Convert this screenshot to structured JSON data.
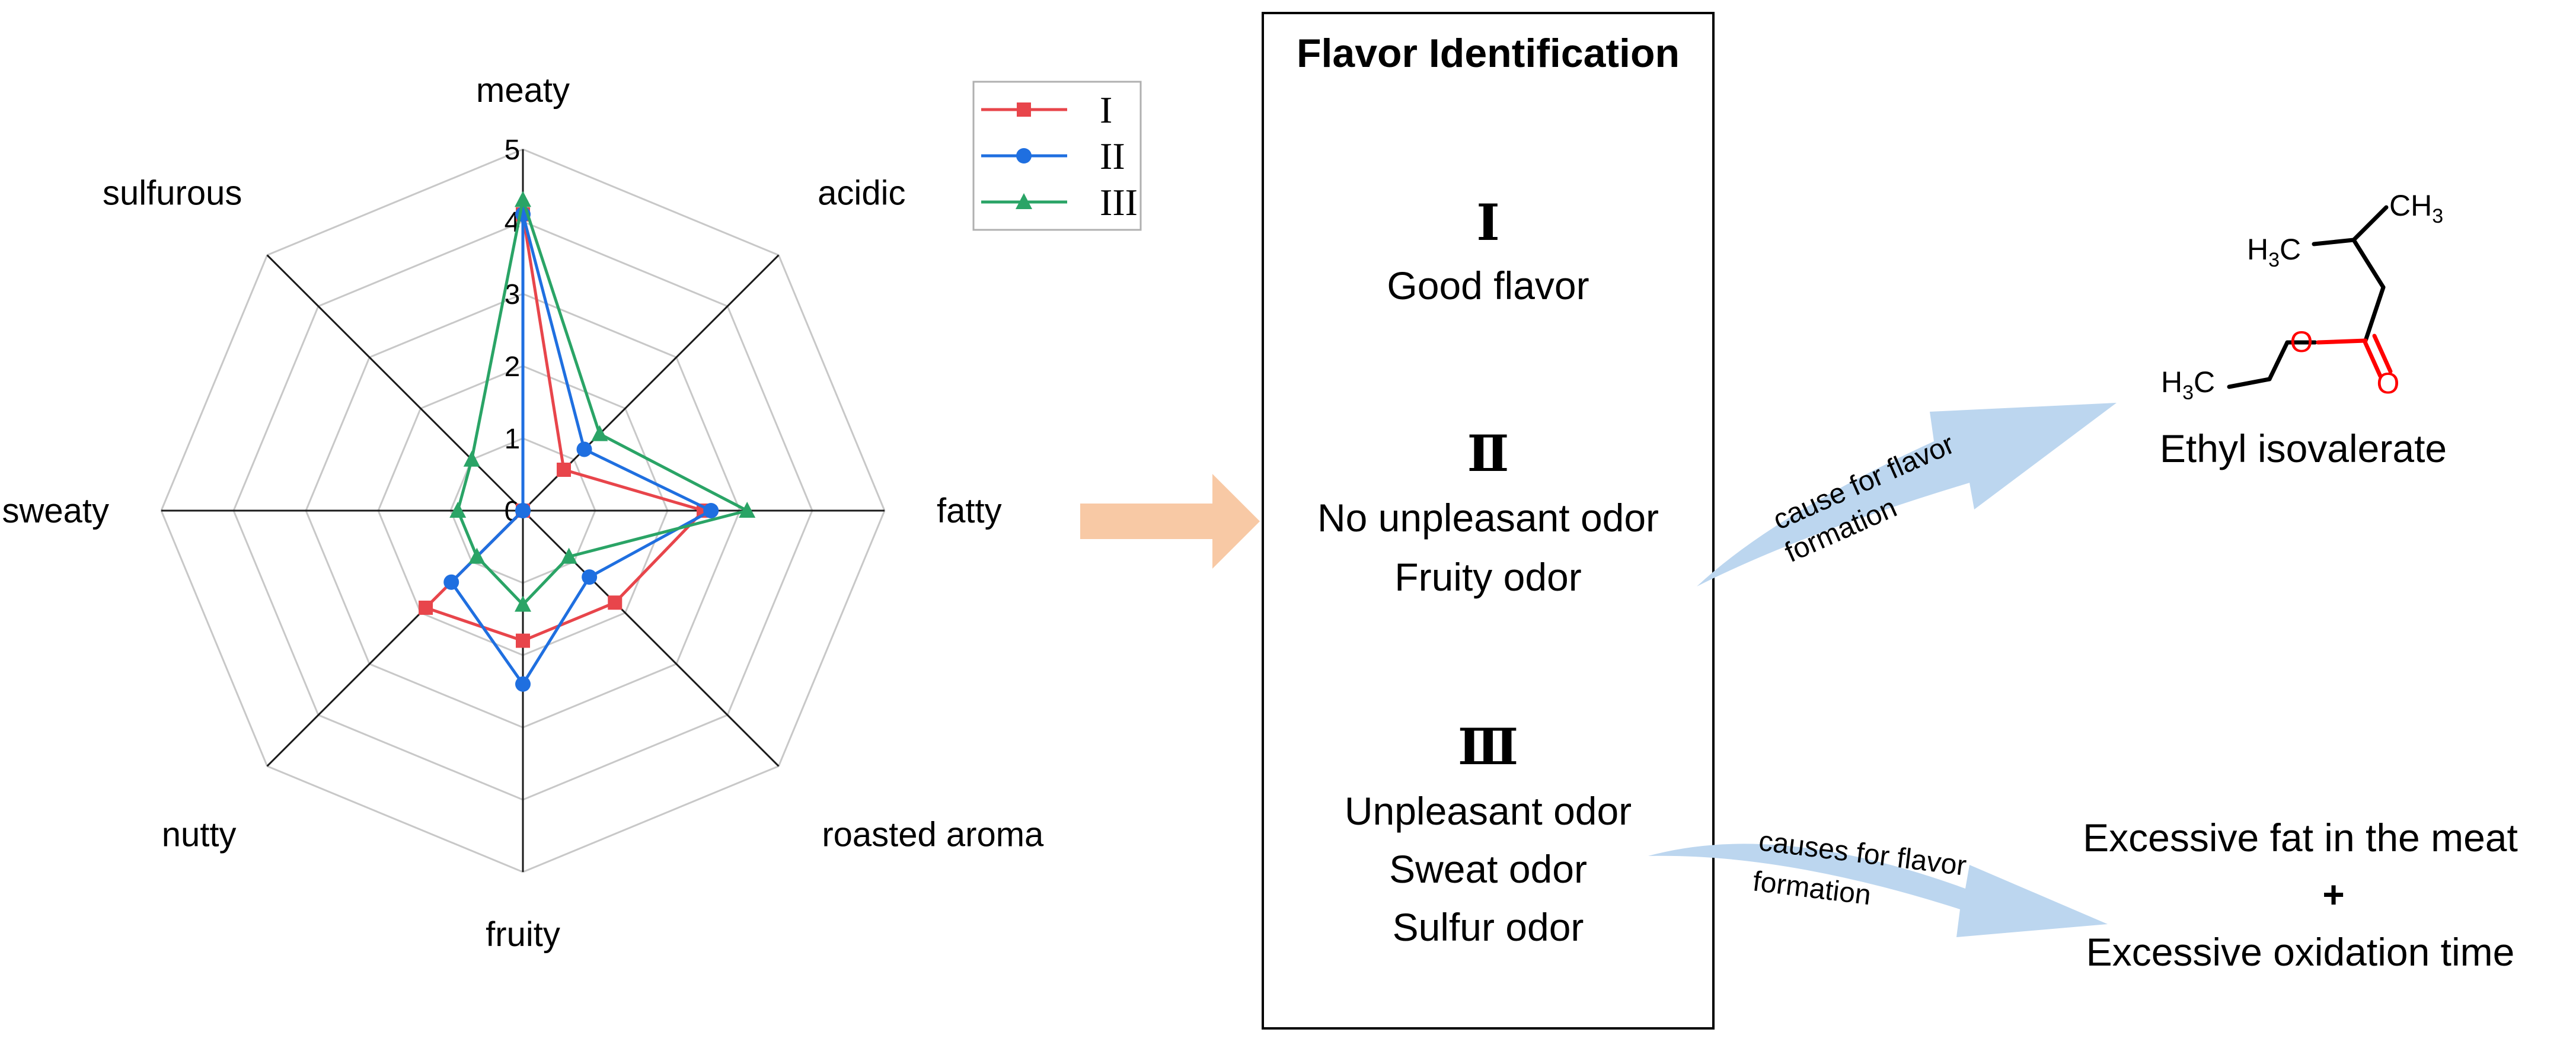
{
  "chart_data": {
    "type": "radar",
    "title": "",
    "axes": [
      "meaty",
      "acidic",
      "fatty",
      "roasted aroma",
      "fruity",
      "nutty",
      "sweaty",
      "sulfurous"
    ],
    "range": [
      0,
      5
    ],
    "ticks": [
      "0",
      "1",
      "2",
      "3",
      "4",
      "5"
    ],
    "grid": true,
    "legend_position": "top-right",
    "series": [
      {
        "name": "I",
        "color": "#e8454b",
        "marker": "square",
        "values": [
          4.1,
          0.8,
          2.5,
          1.8,
          1.8,
          1.9,
          0,
          0
        ]
      },
      {
        "name": "II",
        "color": "#1f6fe0",
        "marker": "circle",
        "values": [
          4.1,
          1.2,
          2.6,
          1.3,
          2.4,
          1.4,
          0,
          0
        ]
      },
      {
        "name": "III",
        "color": "#2aa466",
        "marker": "triangle",
        "values": [
          4.3,
          1.5,
          3.1,
          0.9,
          1.3,
          0.9,
          0.9,
          1.0
        ]
      }
    ]
  },
  "big_arrow": {
    "color": "#f8c9a5"
  },
  "box": {
    "title": "Flavor Identification",
    "groups": [
      {
        "roman": "Ⅰ",
        "lines": [
          "Good flavor"
        ]
      },
      {
        "roman": "Ⅱ",
        "lines": [
          "No unpleasant odor",
          "Fruity odor"
        ]
      },
      {
        "roman": "Ⅲ",
        "lines": [
          "Unpleasant odor",
          "Sweat odor",
          "Sulfur odor"
        ]
      }
    ]
  },
  "upper_arrow": {
    "color": "#bcd6ef",
    "text_line1": "cause for flavor",
    "text_line2": "formation"
  },
  "lower_arrow": {
    "color": "#bcd6ef",
    "text_line1": "causes for flavor",
    "text_line2": "formation"
  },
  "molecule": {
    "name": "Ethyl isovalerate",
    "ch3_top": {
      "main": "CH",
      "sub": "3"
    },
    "h3c_left": {
      "pre": "H",
      "sub": "3",
      "post": "C"
    },
    "h3c_ethyl": {
      "pre": "H",
      "sub": "3",
      "post": "C"
    },
    "oxygen_label": "O",
    "oxygen_color": "#ff0000"
  },
  "result": {
    "line1": "Excessive fat in the meat",
    "plus": "+",
    "line2": "Excessive oxidation time"
  }
}
